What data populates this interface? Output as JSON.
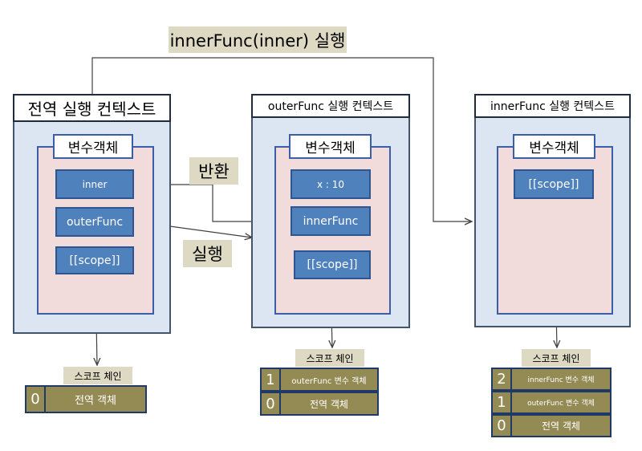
{
  "top_label": "innerFunc(inner) 실행",
  "return_label": "반환",
  "exec_label": "실행",
  "global_ctx": {
    "title": "전역 실행 컨텍스트",
    "varobj_title": "변수객체",
    "items": [
      "inner",
      "outerFunc",
      "[[scope]]"
    ]
  },
  "outer_ctx": {
    "title": "outerFunc 실행 컨텍스트",
    "varobj_title": "변수객체",
    "items": [
      "x : 10",
      "innerFunc",
      "[[scope]]"
    ]
  },
  "inner_ctx": {
    "title": "innerFunc 실행 컨텍스트",
    "varobj_title": "변수객체",
    "items": [
      "[[scope]]"
    ]
  },
  "chain1": {
    "title": "스코프 체인",
    "rows": [
      {
        "idx": "0",
        "text": "전역 객체"
      }
    ]
  },
  "chain2": {
    "title": "스코프 체인",
    "rows": [
      {
        "idx": "1",
        "text": "outerFunc 변수 객체"
      },
      {
        "idx": "0",
        "text": "전역 객체"
      }
    ]
  },
  "chain3": {
    "title": "스코프 체인",
    "rows": [
      {
        "idx": "2",
        "text": "innerFunc 변수 객체"
      },
      {
        "idx": "1",
        "text": "outerFunc 변수 객체"
      },
      {
        "idx": "0",
        "text": "전역 객체"
      }
    ]
  }
}
